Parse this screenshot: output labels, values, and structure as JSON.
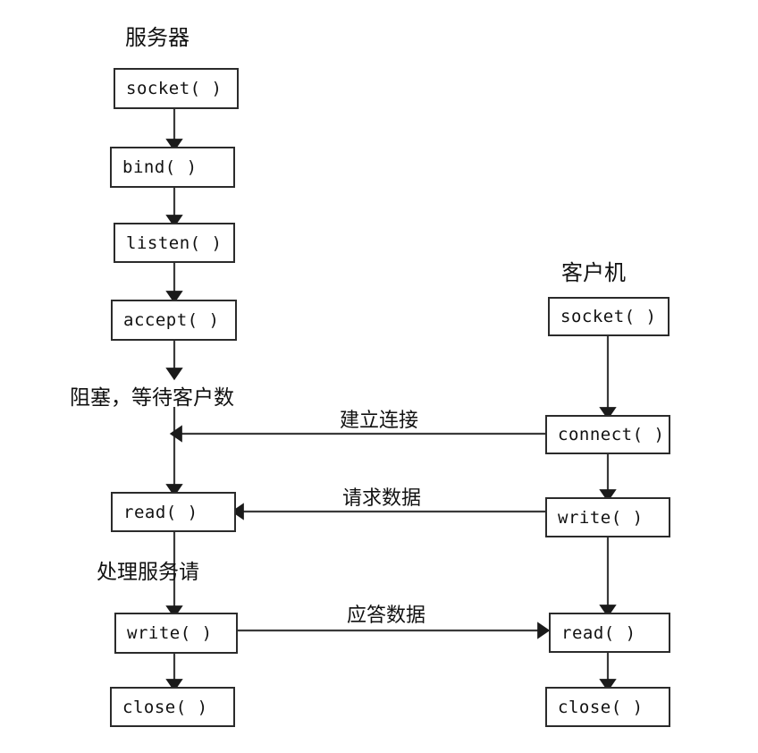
{
  "diagram": {
    "title": "TCP Socket communication flow (server / client)",
    "stroke_color": "#2b2b2b",
    "background_color": "#ffffff"
  },
  "server": {
    "title": "服务器",
    "nodes": [
      {
        "label": "socket( )",
        "name": "server-socket"
      },
      {
        "label": "bind( )",
        "name": "server-bind"
      },
      {
        "label": "listen( )",
        "name": "server-listen"
      },
      {
        "label": "accept( )",
        "name": "server-accept"
      },
      {
        "label": "read( )",
        "name": "server-read"
      },
      {
        "label": "write( )",
        "name": "server-write"
      },
      {
        "label": "close( )",
        "name": "server-close"
      }
    ],
    "notes": [
      {
        "text": "阻塞，等待客户数",
        "name": "note-blocking-wait"
      },
      {
        "text": "处理服务请",
        "name": "note-handle-request"
      }
    ]
  },
  "client": {
    "title": "客户机",
    "nodes": [
      {
        "label": "socket( )",
        "name": "client-socket"
      },
      {
        "label": "connect( )",
        "name": "client-connect"
      },
      {
        "label": "write( )",
        "name": "client-write"
      },
      {
        "label": "read( )",
        "name": "client-read"
      },
      {
        "label": "close( )",
        "name": "client-close"
      }
    ]
  },
  "edges": [
    {
      "label": "建立连接",
      "name": "edge-establish-connection",
      "direction": "client-to-server"
    },
    {
      "label": "请求数据",
      "name": "edge-request-data",
      "direction": "client-to-server"
    },
    {
      "label": "应答数据",
      "name": "edge-response-data",
      "direction": "server-to-client"
    }
  ]
}
